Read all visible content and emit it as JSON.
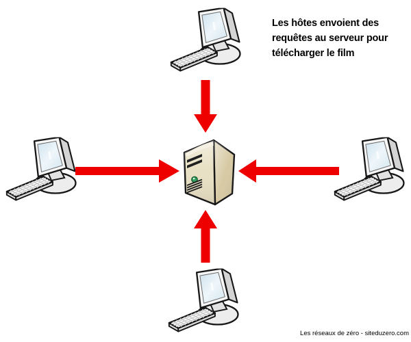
{
  "annotation": {
    "lines": [
      "Les hôtes envoient des",
      "requêtes au serveur pour",
      "télécharger le film"
    ]
  },
  "footer": {
    "credit": "Les réseaux de zéro - siteduzero.com"
  },
  "colors": {
    "arrow_red": "#ee0000",
    "server_front": "#e8e0c4",
    "server_side": "#d6c9a3",
    "server_top": "#f6f2e4",
    "led_green": "#31a05e",
    "screen_blue": "#d9e9f3",
    "outline": "#161616"
  },
  "diagram": {
    "type": "hub-and-spoke",
    "center_node": "serveur",
    "host_nodes": [
      "hôte-haut",
      "hôte-gauche",
      "hôte-droite",
      "hôte-bas"
    ],
    "edges": [
      {
        "from": "hôte-haut",
        "to": "serveur",
        "direction": "down"
      },
      {
        "from": "hôte-gauche",
        "to": "serveur",
        "direction": "right"
      },
      {
        "from": "hôte-droite",
        "to": "serveur",
        "direction": "left"
      },
      {
        "from": "hôte-bas",
        "to": "serveur",
        "direction": "up"
      }
    ]
  }
}
